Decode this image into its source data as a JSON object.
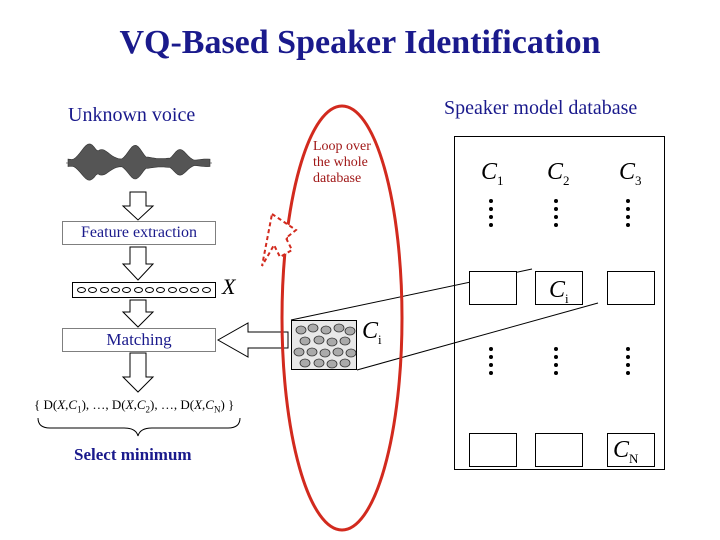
{
  "title": "VQ-Based Speaker Identification",
  "unknown_voice_label": "Unknown voice",
  "database_label": "Speaker model database",
  "loop_label": [
    "Loop over",
    "the whole",
    "database"
  ],
  "feature_extraction_label": "Feature extraction",
  "matching_label": "Matching",
  "select_label": "Select minimum",
  "vector_symbol": "X",
  "codebook_symbol": "C",
  "codebook_index": "i",
  "distance_expression": {
    "open": "{ D(",
    "x": "X",
    "c": "C",
    "terms": [
      "1",
      "2",
      "N"
    ],
    "close": ") }"
  },
  "database": {
    "top_row": [
      {
        "letter": "C",
        "index": "1"
      },
      {
        "letter": "C",
        "index": "2"
      },
      {
        "letter": "C",
        "index": "3"
      }
    ],
    "middle_row": {
      "letter": "C",
      "index": "i"
    },
    "last": {
      "letter": "C",
      "index": "N"
    }
  },
  "colors": {
    "title": "#1a1a8c",
    "loop_oval": "#d22a1e",
    "arrow_fill": "#ffffff",
    "dashed_arrow": "#d22a1e"
  }
}
